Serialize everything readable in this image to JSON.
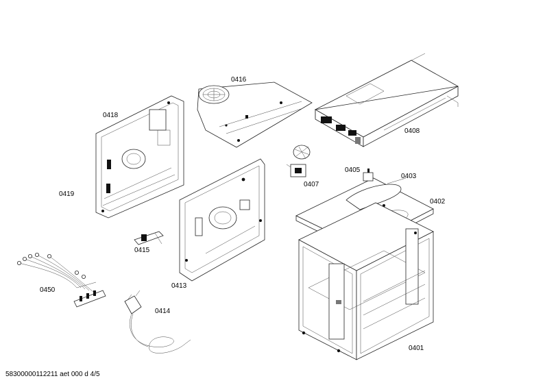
{
  "parts": [
    {
      "id": "p0416",
      "label": "0416"
    },
    {
      "id": "p0418",
      "label": "0418"
    },
    {
      "id": "p0419",
      "label": "0419"
    },
    {
      "id": "p0408",
      "label": "0408"
    },
    {
      "id": "p0405",
      "label": "0405"
    },
    {
      "id": "p0403",
      "label": "0403"
    },
    {
      "id": "p0407",
      "label": "0407"
    },
    {
      "id": "p0402",
      "label": "0402"
    },
    {
      "id": "p0415",
      "label": "0415"
    },
    {
      "id": "p0413",
      "label": "0413"
    },
    {
      "id": "p0450",
      "label": "0450"
    },
    {
      "id": "p0414",
      "label": "0414"
    },
    {
      "id": "p0401",
      "label": "0401"
    }
  ],
  "footer": {
    "text": "58300000112211 aet 000 d 4/5"
  }
}
